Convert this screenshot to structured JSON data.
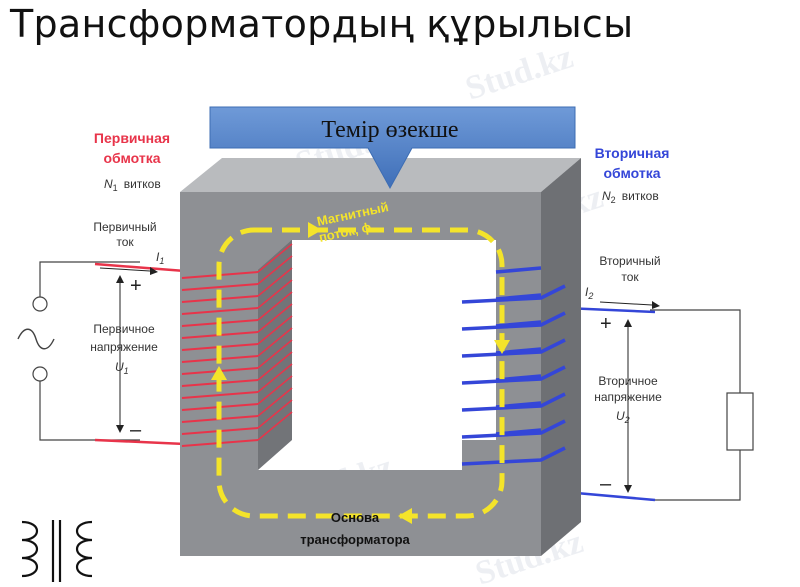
{
  "title": "Трансформатордың құрылысы",
  "core_label": "Темір өзекше",
  "primary": {
    "winding_line1": "Первичная",
    "winding_line2": "обмотка",
    "turns_symbol": "N",
    "turns_sub": "1",
    "turns_word": "витков",
    "current_line1": "Первичный",
    "current_line2": "ток",
    "current_symbol": "I",
    "current_sub": "1",
    "voltage_line1": "Первичное",
    "voltage_line2": "напряжение",
    "voltage_symbol": "U",
    "voltage_sub": "1",
    "plus": "+",
    "minus": "–"
  },
  "secondary": {
    "winding_line1": "Вторичная",
    "winding_line2": "обмотка",
    "turns_symbol": "N",
    "turns_sub": "2",
    "turns_word": "витков",
    "current_line1": "Вторичный",
    "current_line2": "ток",
    "current_symbol": "I",
    "current_sub": "2",
    "voltage_line1": "Вторичное",
    "voltage_line2": "напряжение",
    "voltage_symbol": "U",
    "voltage_sub": "2",
    "plus": "+",
    "minus": "–"
  },
  "flux_line1": "Магнитный",
  "flux_line2": "поток, ϕ",
  "base_line1": "Основа",
  "base_line2": "трансформатора",
  "watermark": "Stud.kz",
  "colors": {
    "primary_winding": "#e8344a",
    "secondary_winding": "#3446d8",
    "core_front": "#8e9094",
    "core_top": "#b9bbbe",
    "core_side": "#6e7074",
    "flux": "#f4e42a",
    "core_arrow": "#4f7fc4"
  }
}
